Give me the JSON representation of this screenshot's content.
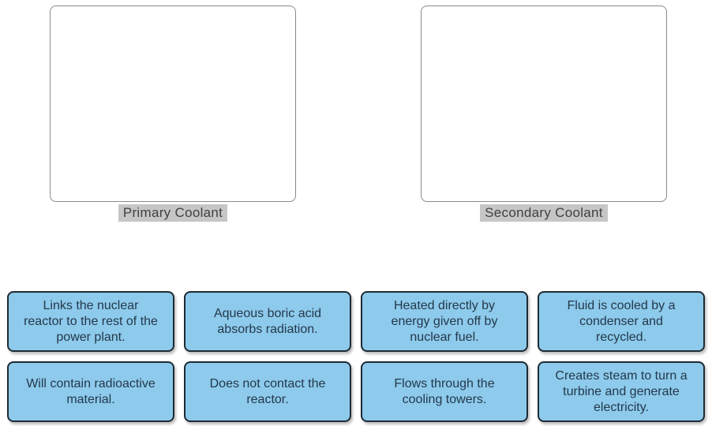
{
  "activity": {
    "drop_zones": [
      {
        "label": "Primary Coolant"
      },
      {
        "label": "Secondary Coolant"
      }
    ],
    "cards": [
      {
        "text": "Links the nuclear reactor to the rest of the power plant."
      },
      {
        "text": "Aqueous boric acid absorbs radiation."
      },
      {
        "text": "Heated directly by energy given off by nuclear fuel."
      },
      {
        "text": "Fluid is cooled by a condenser and recycled."
      },
      {
        "text": "Will contain radioactive material."
      },
      {
        "text": "Does not contact the reactor."
      },
      {
        "text": "Flows through the cooling towers."
      },
      {
        "text": "Creates steam to turn a turbine and generate electricity."
      }
    ],
    "colors": {
      "page_bg": "#FFFFFF",
      "card_fill": "#8DCAEC",
      "card_border": "#1E2A33",
      "card_text": "#24384A",
      "zone_border": "#8A8A8A",
      "zone_fill": "#FFFFFF",
      "label_bg": "#C6C6C6",
      "label_text": "#404040"
    }
  }
}
